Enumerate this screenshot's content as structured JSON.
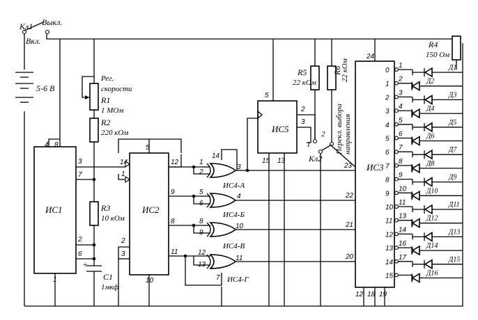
{
  "switch1": {
    "name": "Кл1",
    "off": "Выкл.",
    "on": "Вкл."
  },
  "battery": {
    "voltage": "5-6 В"
  },
  "r1": {
    "note1": "Рег.",
    "note2": "скорости",
    "name": "R1",
    "value": "1 МОм"
  },
  "r2": {
    "name": "R2",
    "value": "220 кОм"
  },
  "r3": {
    "name": "R3",
    "value": "10 кОм"
  },
  "c1": {
    "name": "C1",
    "value": "1мкф"
  },
  "r4": {
    "name": "R4",
    "value": "150 Ом"
  },
  "r5": {
    "name": "R5",
    "value": "22 кОм"
  },
  "r6": {
    "name": "R6",
    "value": "22 кОм"
  },
  "switch2": {
    "name": "Кл2",
    "pos1": "1",
    "pos2": "2",
    "note1": "Перекл. выбора",
    "note2": "направления"
  },
  "ic1": {
    "name": "ИС1",
    "pins": [
      "4",
      "8",
      "3",
      "7",
      "2",
      "6",
      "1"
    ]
  },
  "ic2": {
    "name": "ИС2",
    "pins": [
      "5",
      "14",
      "1",
      "12",
      "9",
      "8",
      "11",
      "2",
      "3",
      "10"
    ]
  },
  "ic4": {
    "gates": [
      "ИС4-А",
      "ИС4-Б",
      "ИС4-В",
      "ИС4-Г"
    ],
    "pins": [
      "1",
      "2",
      "3",
      "14",
      "5",
      "6",
      "4",
      "8",
      "9",
      "10",
      "12",
      "13",
      "11",
      "7"
    ]
  },
  "ic5": {
    "name": "ИС5",
    "pins": [
      "5",
      "2",
      "3",
      "15",
      "13"
    ]
  },
  "ic3": {
    "name": "ИС3",
    "top_pin": "24",
    "left_pins": [
      "23",
      "22",
      "21",
      "20"
    ],
    "bottom_pins": [
      "12",
      "18",
      "19"
    ],
    "outputs": [
      "0",
      "1",
      "2",
      "3",
      "4",
      "5",
      "6",
      "7",
      "8",
      "9",
      "10",
      "11",
      "12",
      "13",
      "14",
      "15"
    ],
    "out_pins": [
      "1",
      "2",
      "3",
      "4",
      "5",
      "6",
      "7",
      "8",
      "9",
      "10",
      "11",
      "13",
      "14",
      "16",
      "17"
    ]
  },
  "leds": [
    "Д1",
    "Д2",
    "Д3",
    "Д4",
    "Д5",
    "Д6",
    "Д7",
    "Д8",
    "Д9",
    "Д10",
    "Д11",
    "Д12",
    "Д13",
    "Д14",
    "Д15",
    "Д16"
  ]
}
